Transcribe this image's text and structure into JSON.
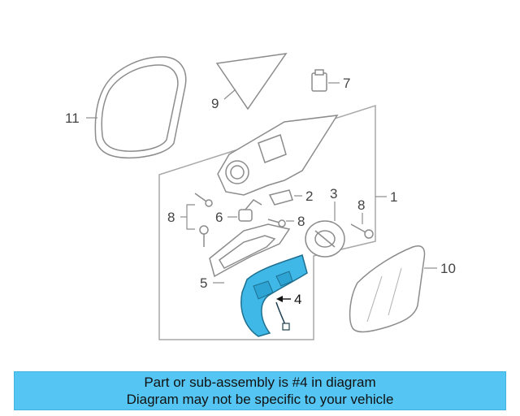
{
  "diagram": {
    "callouts": {
      "c1": "1",
      "c2": "2",
      "c3": "3",
      "c4": "4",
      "c5": "5",
      "c6": "6",
      "c7": "7",
      "c8a": "8",
      "c8b": "8",
      "c8c": "8",
      "c9": "9",
      "c10": "10",
      "c11": "11"
    },
    "highlight_part": "4",
    "colors": {
      "line": "#9a9a9a",
      "part_stroke": "#8c8c8c",
      "highlight_fill": "#3fb8e8",
      "highlight_stroke": "#1f6f8f",
      "banner_bg": "#55c6f3"
    }
  },
  "banner": {
    "line1": "Part or sub-assembly is #4 in diagram",
    "line2": "Diagram may not be specific to your vehicle"
  }
}
